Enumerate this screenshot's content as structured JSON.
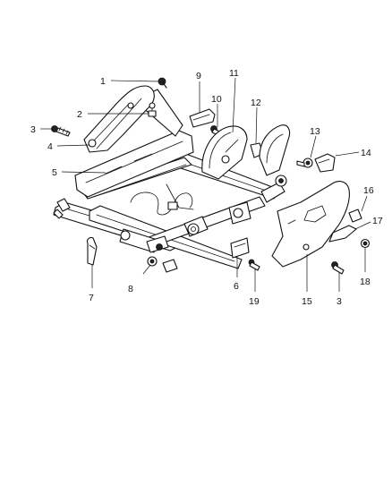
{
  "callouts": [
    {
      "id": "c1",
      "label": "1"
    },
    {
      "id": "c2",
      "label": "2"
    },
    {
      "id": "c3a",
      "label": "3"
    },
    {
      "id": "c4",
      "label": "4"
    },
    {
      "id": "c5",
      "label": "5"
    },
    {
      "id": "c6",
      "label": "6"
    },
    {
      "id": "c7",
      "label": "7"
    },
    {
      "id": "c8",
      "label": "8"
    },
    {
      "id": "c9",
      "label": "9"
    },
    {
      "id": "c10",
      "label": "10"
    },
    {
      "id": "c11",
      "label": "11"
    },
    {
      "id": "c12",
      "label": "12"
    },
    {
      "id": "c13",
      "label": "13"
    },
    {
      "id": "c14",
      "label": "14"
    },
    {
      "id": "c15",
      "label": "15"
    },
    {
      "id": "c16",
      "label": "16"
    },
    {
      "id": "c17",
      "label": "17"
    },
    {
      "id": "c18",
      "label": "18"
    },
    {
      "id": "c19",
      "label": "19"
    },
    {
      "id": "c3b",
      "label": "3"
    }
  ]
}
